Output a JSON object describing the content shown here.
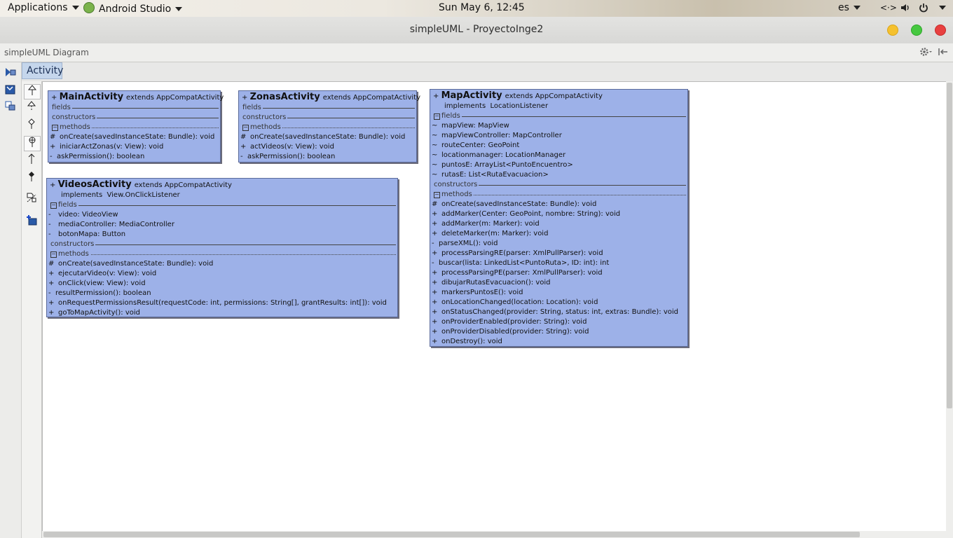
{
  "topbar": {
    "applications": "Applications",
    "app": "Android Studio",
    "clock": "Sun May  6, 12:45",
    "lang": "es"
  },
  "window": {
    "title": "simpleUML - ProyectoInge2"
  },
  "toolwindow": {
    "title": "simpleUML Diagram",
    "tab": "Activity"
  },
  "classes": {
    "main": {
      "name": "MainActivity",
      "extends_kw": "extends",
      "extends": "AppCompatActivity",
      "sections": {
        "fields": "fields",
        "constructors": "constructors",
        "methods": "methods"
      },
      "methods": [
        {
          "vis": "#",
          "sig": "onCreate(savedInstanceState: Bundle): void"
        },
        {
          "vis": "+",
          "sig": "iniciarActZonas(v: View): void"
        },
        {
          "vis": "-",
          "sig": "askPermission(): boolean"
        }
      ]
    },
    "zonas": {
      "name": "ZonasActivity",
      "extends_kw": "extends",
      "extends": "AppCompatActivity",
      "sections": {
        "fields": "fields",
        "constructors": "constructors",
        "methods": "methods"
      },
      "methods": [
        {
          "vis": "#",
          "sig": "onCreate(savedInstanceState: Bundle): void"
        },
        {
          "vis": "+",
          "sig": "actVideos(v: View): void"
        },
        {
          "vis": "-",
          "sig": "askPermission(): boolean"
        }
      ]
    },
    "videos": {
      "name": "VideosActivity",
      "extends_kw": "extends",
      "extends": "AppCompatActivity",
      "implements_kw": "implements",
      "implements": "View.OnClickListener",
      "sections": {
        "fields": "fields",
        "constructors": "constructors",
        "methods": "methods"
      },
      "fields": [
        {
          "vis": "-",
          "sig": "video: VideoView"
        },
        {
          "vis": "-",
          "sig": "mediaController: MediaController"
        },
        {
          "vis": "-",
          "sig": "botonMapa: Button"
        }
      ],
      "methods": [
        {
          "vis": "#",
          "sig": "onCreate(savedInstanceState: Bundle): void"
        },
        {
          "vis": "+",
          "sig": "ejecutarVideo(v: View): void"
        },
        {
          "vis": "+",
          "sig": "onClick(view: View): void"
        },
        {
          "vis": "-",
          "sig": "resultPermission(): boolean"
        },
        {
          "vis": "+",
          "sig": "onRequestPermissionsResult(requestCode: int,  permissions: String[],  grantResults: int[]): void"
        },
        {
          "vis": "+",
          "sig": "goToMapActivity(): void"
        }
      ]
    },
    "map": {
      "name": "MapActivity",
      "extends_kw": "extends",
      "extends": "AppCompatActivity",
      "implements_kw": "implements",
      "implements": "LocationListener",
      "sections": {
        "fields": "fields",
        "constructors": "constructors",
        "methods": "methods"
      },
      "fields": [
        {
          "vis": "~",
          "sig": "mapView: MapView"
        },
        {
          "vis": "~",
          "sig": "mapViewController: MapController"
        },
        {
          "vis": "~",
          "sig": "routeCenter: GeoPoint"
        },
        {
          "vis": "~",
          "sig": "locationmanager: LocationManager"
        },
        {
          "vis": "~",
          "sig": "puntosE: ArrayList<PuntoEncuentro>"
        },
        {
          "vis": "~",
          "sig": "rutasE: List<RutaEvacuacion>"
        }
      ],
      "methods": [
        {
          "vis": "#",
          "sig": "onCreate(savedInstanceState: Bundle): void"
        },
        {
          "vis": "+",
          "sig": "addMarker(Center: GeoPoint,  nombre: String): void"
        },
        {
          "vis": "+",
          "sig": "addMarker(m: Marker): void"
        },
        {
          "vis": "+",
          "sig": "deleteMarker(m: Marker): void"
        },
        {
          "vis": "-",
          "sig": "parseXML(): void"
        },
        {
          "vis": "+",
          "sig": "processParsingRE(parser: XmlPullParser): void"
        },
        {
          "vis": "-",
          "sig": "buscar(lista: LinkedList<PuntoRuta>,  ID: int): int"
        },
        {
          "vis": "+",
          "sig": "processParsingPE(parser: XmlPullParser): void"
        },
        {
          "vis": "+",
          "sig": "dibujarRutasEvacuacion(): void"
        },
        {
          "vis": "+",
          "sig": "markersPuntosE(): void"
        },
        {
          "vis": "+",
          "sig": "onLocationChanged(location: Location): void"
        },
        {
          "vis": "+",
          "sig": "onStatusChanged(provider: String,  status: int,  extras: Bundle): void"
        },
        {
          "vis": "+",
          "sig": "onProviderEnabled(provider: String): void"
        },
        {
          "vis": "+",
          "sig": "onProviderDisabled(provider: String): void"
        },
        {
          "vis": "+",
          "sig": "onDestroy(): void"
        }
      ]
    }
  },
  "colors": {
    "class_fill": "#9db1e8",
    "tab_fill": "#c5d6ec"
  }
}
